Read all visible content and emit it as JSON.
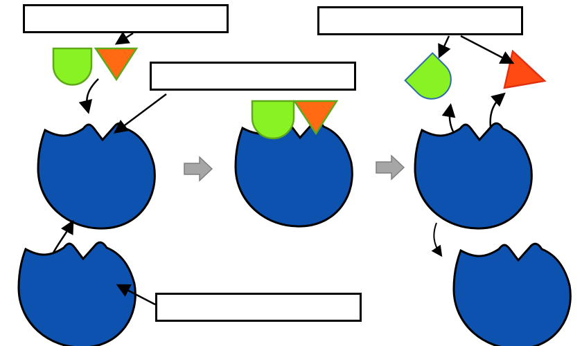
{
  "labels": {
    "substrate": "",
    "active_site": "",
    "products": "",
    "enzyme": ""
  },
  "colors": {
    "enzyme_fill": "#0E52B0",
    "enzyme_stroke": "#000000",
    "substrate_green": "#88F223",
    "substrate_green_stroke": "#5EA81A",
    "substrate_orange": "#FF6A12",
    "substrate_orange_stroke": "#E23010",
    "step_arrow_fill": "#A6A6A6",
    "step_arrow_stroke": "#7F7F7F"
  },
  "icons": {
    "enzyme": "enzyme-pacman-shape",
    "green_substrate": "rounded-shield-shape",
    "orange_substrate": "inverted-triangle-shape",
    "step_arrow": "block-right-arrow",
    "motion_arrow": "curved-arrow"
  }
}
